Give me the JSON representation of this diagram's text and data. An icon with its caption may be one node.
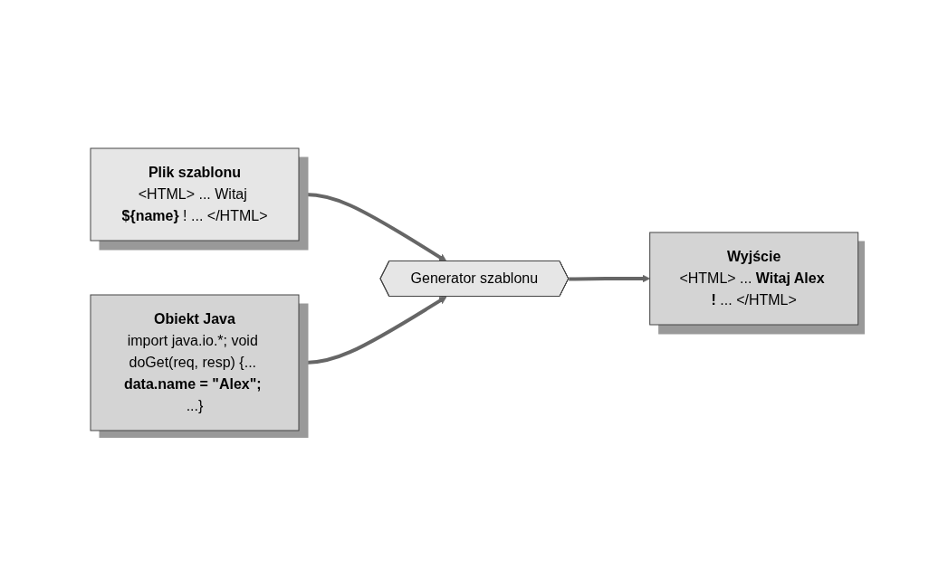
{
  "diagram": {
    "nodes": [
      {
        "text": [
          "Plik szablonu",
          "<HTML> ... Witaj **${name}** ! ... </HTML>"
        ]
      },
      {
        "text": [
          "Obiekt Java",
          "import java.io.*; void doGet(req, resp) {... **data.name = \"Alex\";** ...}"
        ]
      },
      {
        "text": [
          "Generator szablonu"
        ]
      },
      {
        "text": [
          "Wyjście",
          "<HTML> ... **Witaj Alex !** ... </HTML>"
        ]
      }
    ],
    "edges": [
      {
        "from": 0,
        "to": 2,
        "arrow": "to"
      },
      {
        "from": 1,
        "to": 2,
        "arrow": "to"
      },
      {
        "from": 2,
        "to": 3,
        "arrow": "to"
      }
    ]
  }
}
